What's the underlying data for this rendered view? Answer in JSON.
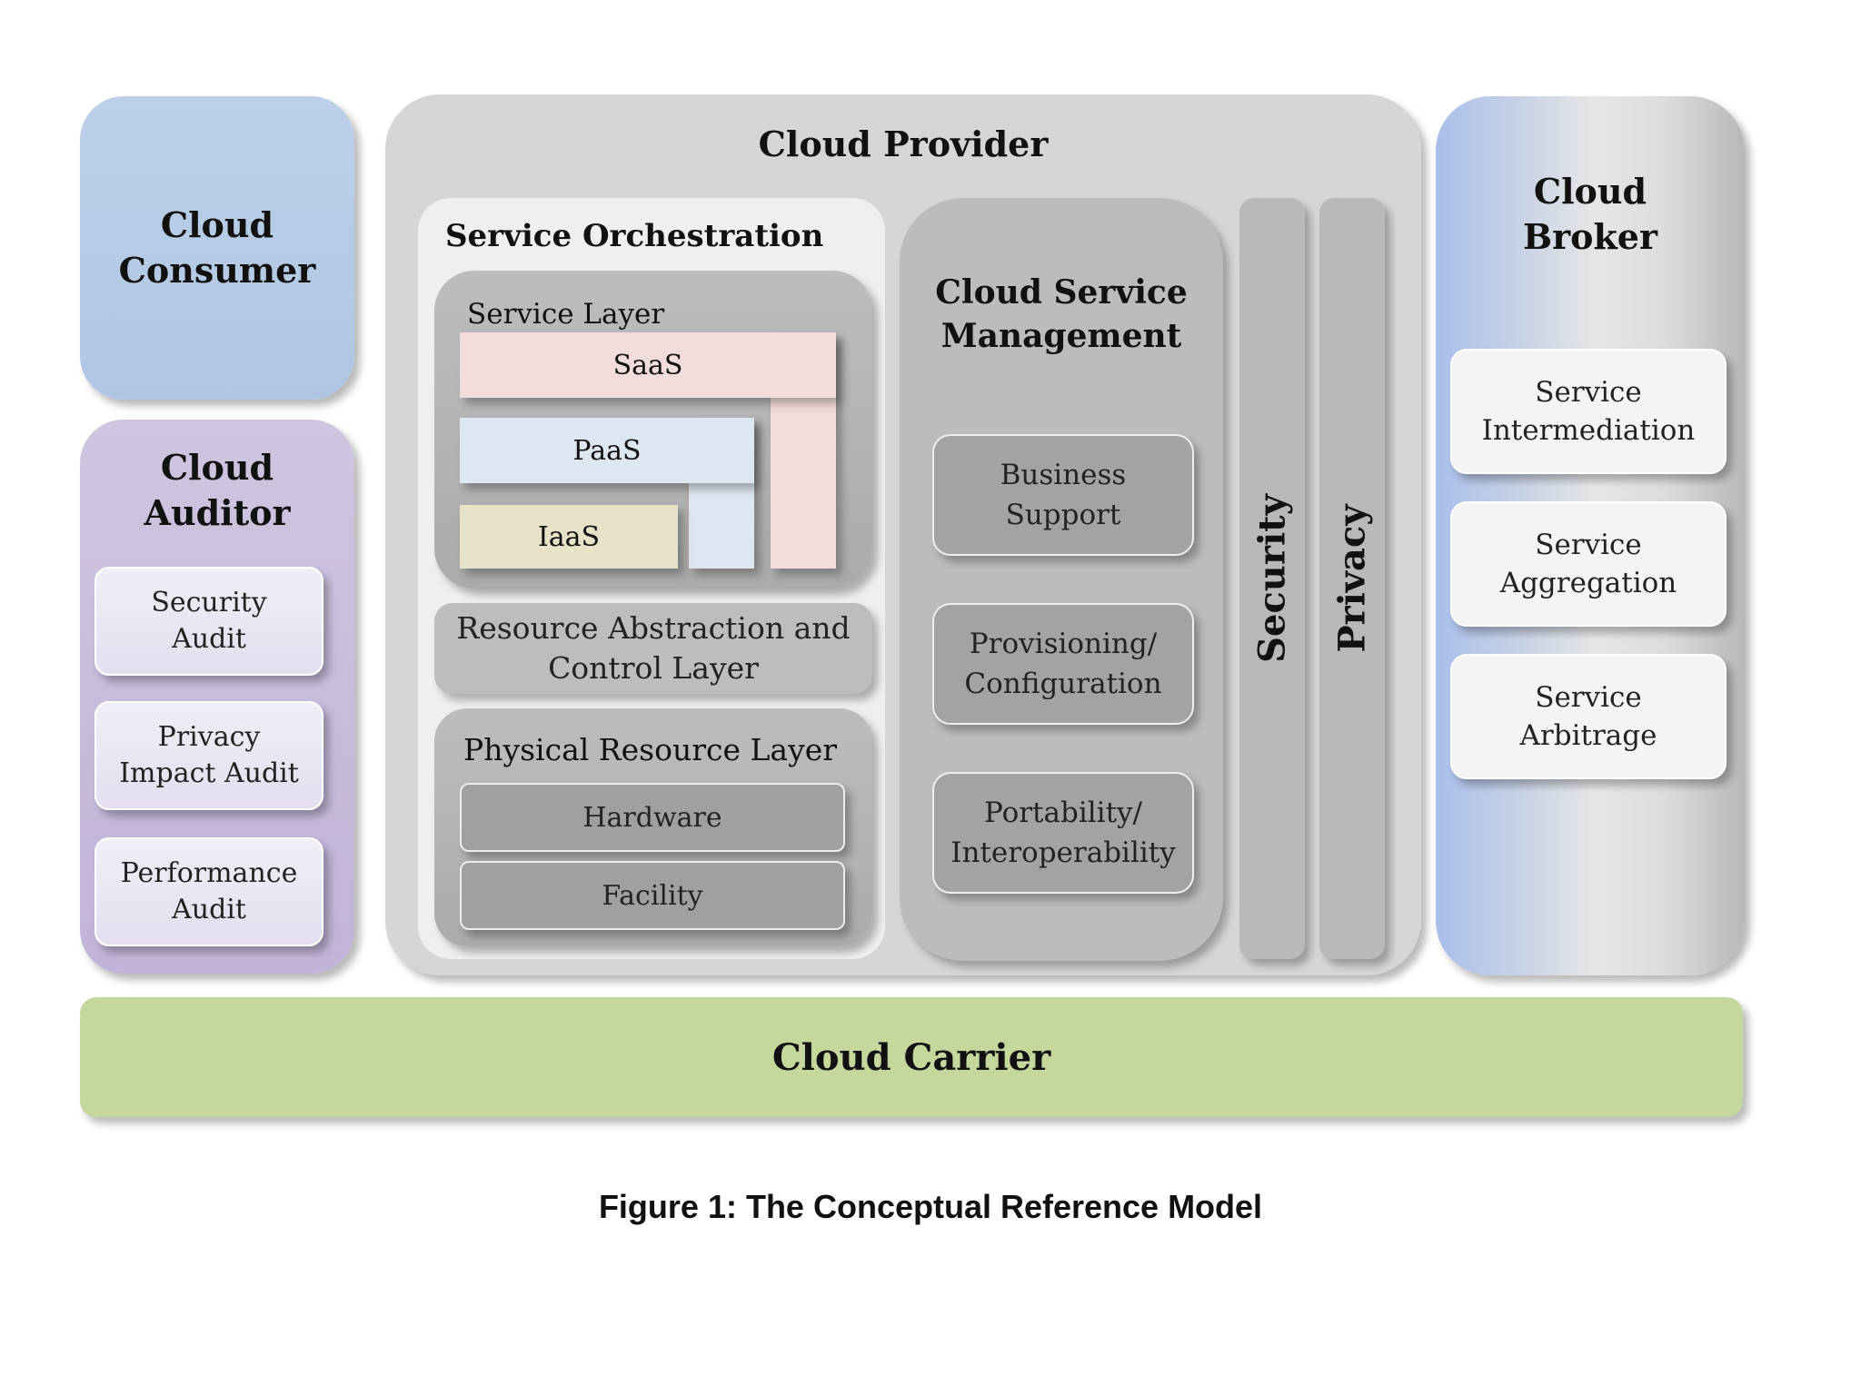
{
  "consumer": {
    "title_l1": "Cloud",
    "title_l2": "Consumer"
  },
  "auditor": {
    "title_l1": "Cloud",
    "title_l2": "Auditor",
    "items": [
      {
        "l1": "Security",
        "l2": "Audit"
      },
      {
        "l1": "Privacy",
        "l2": "Impact Audit"
      },
      {
        "l1": "Performance",
        "l2": "Audit"
      }
    ]
  },
  "provider": {
    "title": "Cloud Provider",
    "orchestration": {
      "title": "Service Orchestration",
      "service_layer": {
        "title": "Service Layer",
        "saas": "SaaS",
        "paas": "PaaS",
        "iaas": "IaaS"
      },
      "resource_abstraction": {
        "l1": "Resource Abstraction and",
        "l2": "Control Layer"
      },
      "physical": {
        "title": "Physical Resource Layer",
        "hardware": "Hardware",
        "facility": "Facility"
      }
    },
    "management": {
      "title_l1": "Cloud Service",
      "title_l2": "Management",
      "items": [
        {
          "l1": "Business",
          "l2": "Support"
        },
        {
          "l1": "Provisioning/",
          "l2": "Configuration"
        },
        {
          "l1": "Portability/",
          "l2": "Interoperability"
        }
      ]
    },
    "security": "Security",
    "privacy": "Privacy"
  },
  "broker": {
    "title_l1": "Cloud",
    "title_l2": "Broker",
    "items": [
      {
        "l1": "Service",
        "l2": "Intermediation"
      },
      {
        "l1": "Service",
        "l2": "Aggregation"
      },
      {
        "l1": "Service",
        "l2": "Arbitrage"
      }
    ]
  },
  "carrier": {
    "title": "Cloud Carrier"
  },
  "caption": "Figure 1: The Conceptual Reference Model"
}
